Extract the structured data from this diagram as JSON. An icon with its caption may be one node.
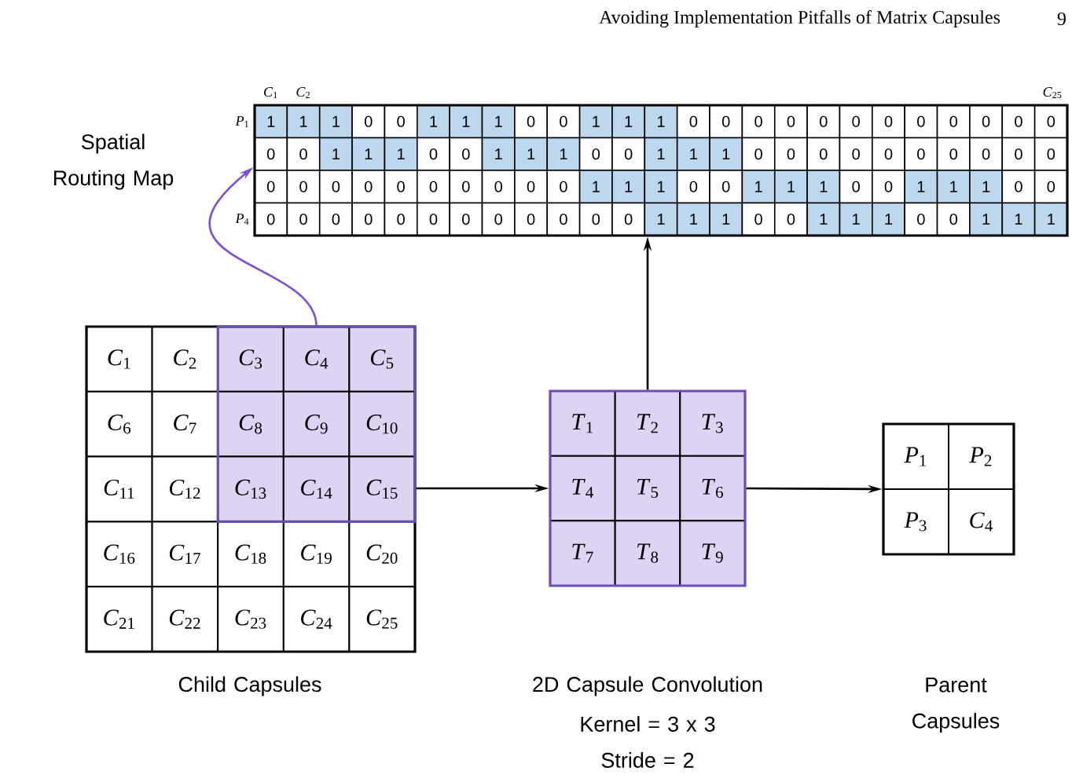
{
  "diagram": {
    "nodes": [
      {
        "text": [],
        "shape": "box",
        "beside": [
          "Child Capsules"
        ]
      },
      {
        "text": [],
        "shape": "box",
        "in": 0
      },
      {
        "text": [
          "*C*$_{1}$"
        ],
        "in": 0
      },
      {
        "text": [
          "*C*$_{2}$"
        ],
        "in": 0
      },
      {
        "text": [
          "*C*$_{3}$"
        ],
        "in": 1
      },
      {
        "text": [
          "*C*$_{4}$"
        ],
        "in": 1
      },
      {
        "text": [
          "*C*$_{5}$"
        ],
        "in": 1
      },
      {
        "text": [
          "*C*$_{6}$"
        ],
        "in": 0
      },
      {
        "text": [
          "*C*$_{7}$"
        ],
        "in": 0
      },
      {
        "text": [
          "*C*$_{8}$"
        ],
        "in": 1
      },
      {
        "text": [
          "*C*$_{9}$"
        ],
        "in": 1
      },
      {
        "text": [
          "*C*$_{10}$"
        ],
        "in": 1
      },
      {
        "text": [
          "*C*$_{11}$"
        ],
        "in": 0
      },
      {
        "text": [
          "*C*$_{12}$"
        ],
        "in": 0
      },
      {
        "text": [
          "*C*$_{13}$"
        ],
        "in": 1
      },
      {
        "text": [
          "*C*$_{14}$"
        ],
        "in": 1
      },
      {
        "text": [
          "*C*$_{15}$"
        ],
        "in": 1
      },
      {
        "text": [
          "*C*$_{16}$"
        ],
        "in": 0
      },
      {
        "text": [
          "*C*$_{17}$"
        ],
        "in": 0
      },
      {
        "text": [
          "*C*$_{18}$"
        ],
        "in": 0
      },
      {
        "text": [
          "*C*$_{19}$"
        ],
        "in": 0
      },
      {
        "text": [
          "*C*$_{20}$"
        ],
        "in": 0
      },
      {
        "text": [
          "*C*$_{21}$"
        ],
        "in": 0
      },
      {
        "text": [
          "*C*$_{22}$"
        ],
        "in": 0
      },
      {
        "text": [
          "*C*$_{23}$"
        ],
        "in": 0
      },
      {
        "text": [
          "*C*$_{24}$"
        ],
        "in": 0
      },
      {
        "text": [
          "*C*$_{25}$"
        ],
        "in": 0
      },
      {
        "text": [],
        "shape": "box",
        "beside": [
          "2D Capsule Convolution",
          "Kernel = 3 x 3",
          "Stride = 2"
        ]
      },
      {
        "text": [
          "*T*$_{1}$"
        ],
        "in": 27
      },
      {
        "text": [
          "*T*$_{2}$"
        ],
        "in": 27
      },
      {
        "text": [
          "*T*$_{3}$"
        ],
        "in": 27
      },
      {
        "text": [
          "*T*$_{4}$"
        ],
        "in": 27
      },
      {
        "text": [
          "*T*$_{5}$"
        ],
        "in": 27
      },
      {
        "text": [
          "*T*$_{6}$"
        ],
        "in": 27
      },
      {
        "text": [
          "*T*$_{7}$"
        ],
        "in": 27
      },
      {
        "text": [
          "*T*$_{8}$"
        ],
        "in": 27
      },
      {
        "text": [
          "*T*$_{9}$"
        ],
        "in": 27
      },
      {
        "text": [],
        "shape": "box"
      },
      {
        "text": [
          "*P*$_{1}$"
        ],
        "in": 37
      },
      {
        "text": [
          "*P*$_{2}$"
        ],
        "in": 37
      },
      {
        "text": [
          "*P*$_{3}$"
        ],
        "in": 37
      },
      {
        "text": [
          "*C*$_{4}$"
        ],
        "in": 37
      },
      {
        "text": [],
        "shape": "box",
        "beside": [
          "Spatial Routing Map"
        ]
      }
    ],
    "edges": [
      {
        "from": 1,
        "to": 42,
        "arrow": "to",
        "color": "#7b4fd8"
      },
      {
        "from": 1,
        "to": 27,
        "arrow": "to"
      },
      {
        "from": 27,
        "to": 37,
        "arrow": "to"
      },
      {
        "from": 27,
        "to": 42,
        "arrow": "to"
      }
    ],
    "labels": [
      "Avoiding Implementation Pitfalls of Matrix Capsules",
      "9",
      "*C*$_{1}$",
      "*C*$_{2}$",
      "*C*$_{25}$",
      "*P*$_{1}$",
      "*P*$_{4}$",
      "1",
      "1",
      "1",
      "0",
      "0",
      "1",
      "1",
      "1",
      "0",
      "0",
      "1",
      "1",
      "1",
      "0",
      "0",
      "0",
      "0",
      "0",
      "0",
      "0",
      "0",
      "0",
      "0",
      "0",
      "0",
      "0",
      "0",
      "1",
      "1",
      "1",
      "0",
      "0",
      "1",
      "1",
      "1",
      "0",
      "0",
      "1",
      "1",
      "1",
      "0",
      "0",
      "0",
      "0",
      "0",
      "0",
      "0",
      "0",
      "0",
      "0",
      "0",
      "0",
      "0",
      "0",
      "0",
      "0",
      "0",
      "0",
      "0",
      "0",
      "1",
      "1",
      "1",
      "0",
      "0",
      "1",
      "1",
      "1",
      "0",
      "0",
      "1",
      "1",
      "1",
      "0",
      "0",
      "0",
      "0",
      "0",
      "0",
      "0",
      "0",
      "0",
      "0",
      "0",
      "0",
      "0",
      "0",
      "1",
      "1",
      "1",
      "0",
      "0",
      "1",
      "1",
      "1",
      "0",
      "0",
      "1",
      "1",
      "1",
      "Parent Capsules"
    ]
  }
}
